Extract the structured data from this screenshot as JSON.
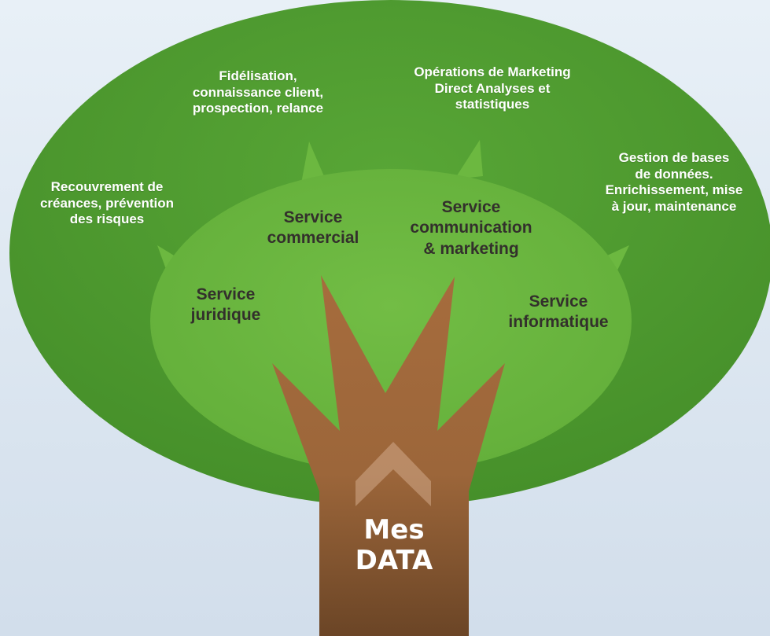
{
  "colors": {
    "background_top": "#e6eef6",
    "background_bottom": "#d3dfec",
    "outer_canopy": "#4e9a2e",
    "inner_canopy": "#6cb840",
    "trunk": "#a0683b",
    "trunk_dark": "#6f4627",
    "outer_text": "#ffffff",
    "service_text": "#33302c"
  },
  "diagram": {
    "root": {
      "title_lines": [
        "Mes",
        "DATA"
      ],
      "icon": "chevron-up-icon"
    },
    "branches": [
      {
        "id": "juridique",
        "service_lines": [
          "Service",
          "juridique"
        ],
        "activity_lines": [
          "Recouvrement de",
          "créances, prévention",
          "des risques"
        ]
      },
      {
        "id": "commercial",
        "service_lines": [
          "Service",
          "commercial"
        ],
        "activity_lines": [
          "Fidélisation,",
          "connaissance client,",
          "prospection, relance"
        ]
      },
      {
        "id": "communication-marketing",
        "service_lines": [
          "Service",
          "communication",
          "& marketing"
        ],
        "activity_lines": [
          "Opérations de Marketing",
          "Direct Analyses et",
          "statistiques"
        ]
      },
      {
        "id": "informatique",
        "service_lines": [
          "Service",
          "informatique"
        ],
        "activity_lines": [
          "Gestion de bases",
          "de données.",
          "Enrichissement, mise",
          "à jour, maintenance"
        ]
      }
    ]
  }
}
